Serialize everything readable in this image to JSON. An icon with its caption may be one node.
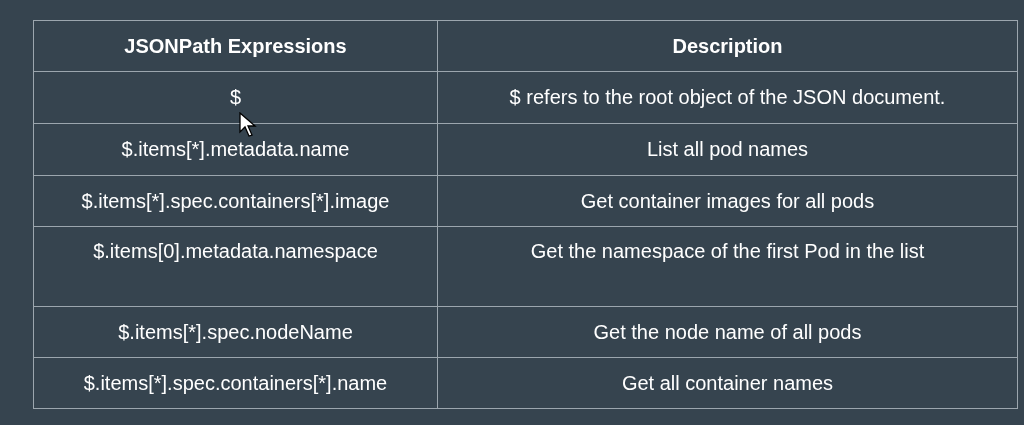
{
  "diagram": {
    "labels": [
      "JSONPath Expressions",
      "Description",
      "$",
      "$ refers to the root object of the JSON document.",
      "$.items[*].metadata.name",
      "List all pod names",
      "$.items[*].spec.containers[*].image",
      "Get container images for all pods",
      "$.items[0].metadata.namespace",
      "Get the namespace of the first Pod in the list",
      "$.items[*].spec.nodeName",
      "Get the node name of all pods",
      "$.items[*].spec.containers[*].name",
      "Get all container names"
    ]
  }
}
